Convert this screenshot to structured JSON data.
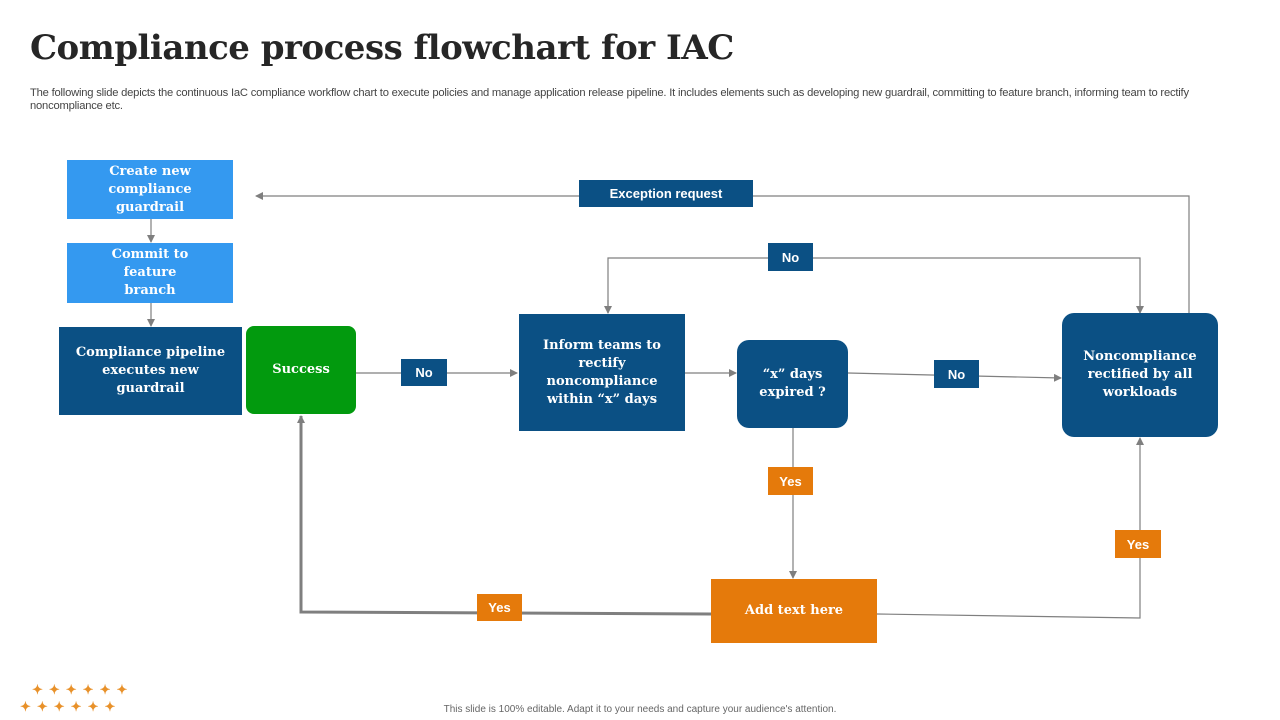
{
  "slide": {
    "title": "Compliance process flowchart for IAC",
    "subtitle": "The following slide depicts the continuous IaC compliance workflow chart to execute policies and manage application release pipeline. It includes elements such as developing new guardrail, committing to feature branch, informing team to rectify  noncompliance etc.",
    "footer": "This slide is 100% editable.  Adapt it to your needs and capture your audience's attention."
  },
  "colors": {
    "light_blue": "#3499f0",
    "dark_blue": "#0b5084",
    "green": "#029a0e",
    "orange": "#e57a0b",
    "connector": "#7f7f7f"
  },
  "nodes": {
    "create_guardrail": "Create new compliance guardrail",
    "commit_branch": "Commit to feature branch",
    "pipeline_executes": "Compliance pipeline executes new guardrail",
    "success": "Success",
    "inform_teams": "Inform teams to rectify noncompliance within “x” days",
    "days_expired": "“x” days expired ?",
    "noncompliance_rectified": "Noncompliance rectified by all workloads",
    "add_text": "Add text here",
    "exception_request": "Exception request"
  },
  "labels": {
    "no_success_inform": "No",
    "no_top_loop": "No",
    "no_expired_rectified": "No",
    "yes_expired_addtext": "Yes",
    "yes_addtext_success": "Yes",
    "yes_addtext_rectified": "Yes"
  },
  "decor": {
    "stars_row1": "✦✦✦✦✦✦",
    "stars_row2": "✦✦✦✦✦✦"
  }
}
